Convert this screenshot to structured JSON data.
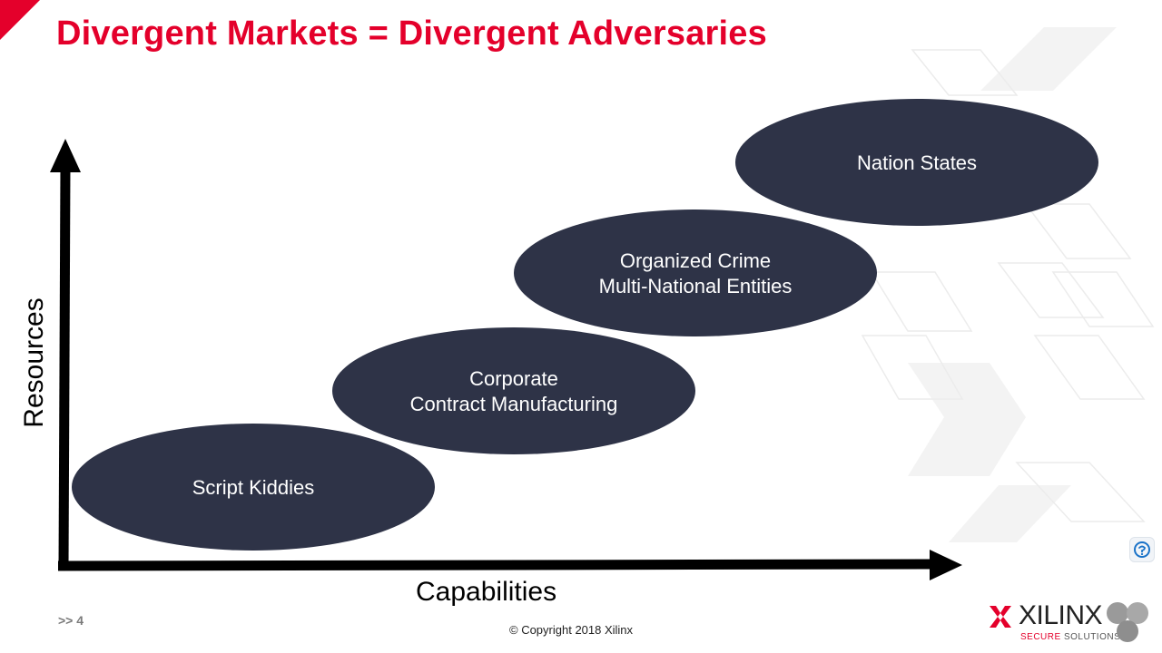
{
  "slide": {
    "title": "Divergent Markets = Divergent Adversaries",
    "page_number": ">> 4",
    "copyright": "© Copyright 2018 Xilinx",
    "accent_color": "#e4002b",
    "ellipse_color": "#2e3347"
  },
  "diagram": {
    "x_axis_label": "Capabilities",
    "y_axis_label": "Resources",
    "tiers": [
      {
        "lines": [
          "Script Kiddies"
        ]
      },
      {
        "lines": [
          "Corporate",
          "Contract Manufacturing"
        ]
      },
      {
        "lines": [
          "Organized Crime",
          "Multi-National Entities"
        ]
      },
      {
        "lines": [
          "Nation States"
        ]
      }
    ]
  },
  "logo": {
    "brand": "XILINX",
    "tag_accent": "SECURE",
    "tag_rest": " SOLUTIONS"
  },
  "icons": {
    "help": "chat-help-icon"
  }
}
